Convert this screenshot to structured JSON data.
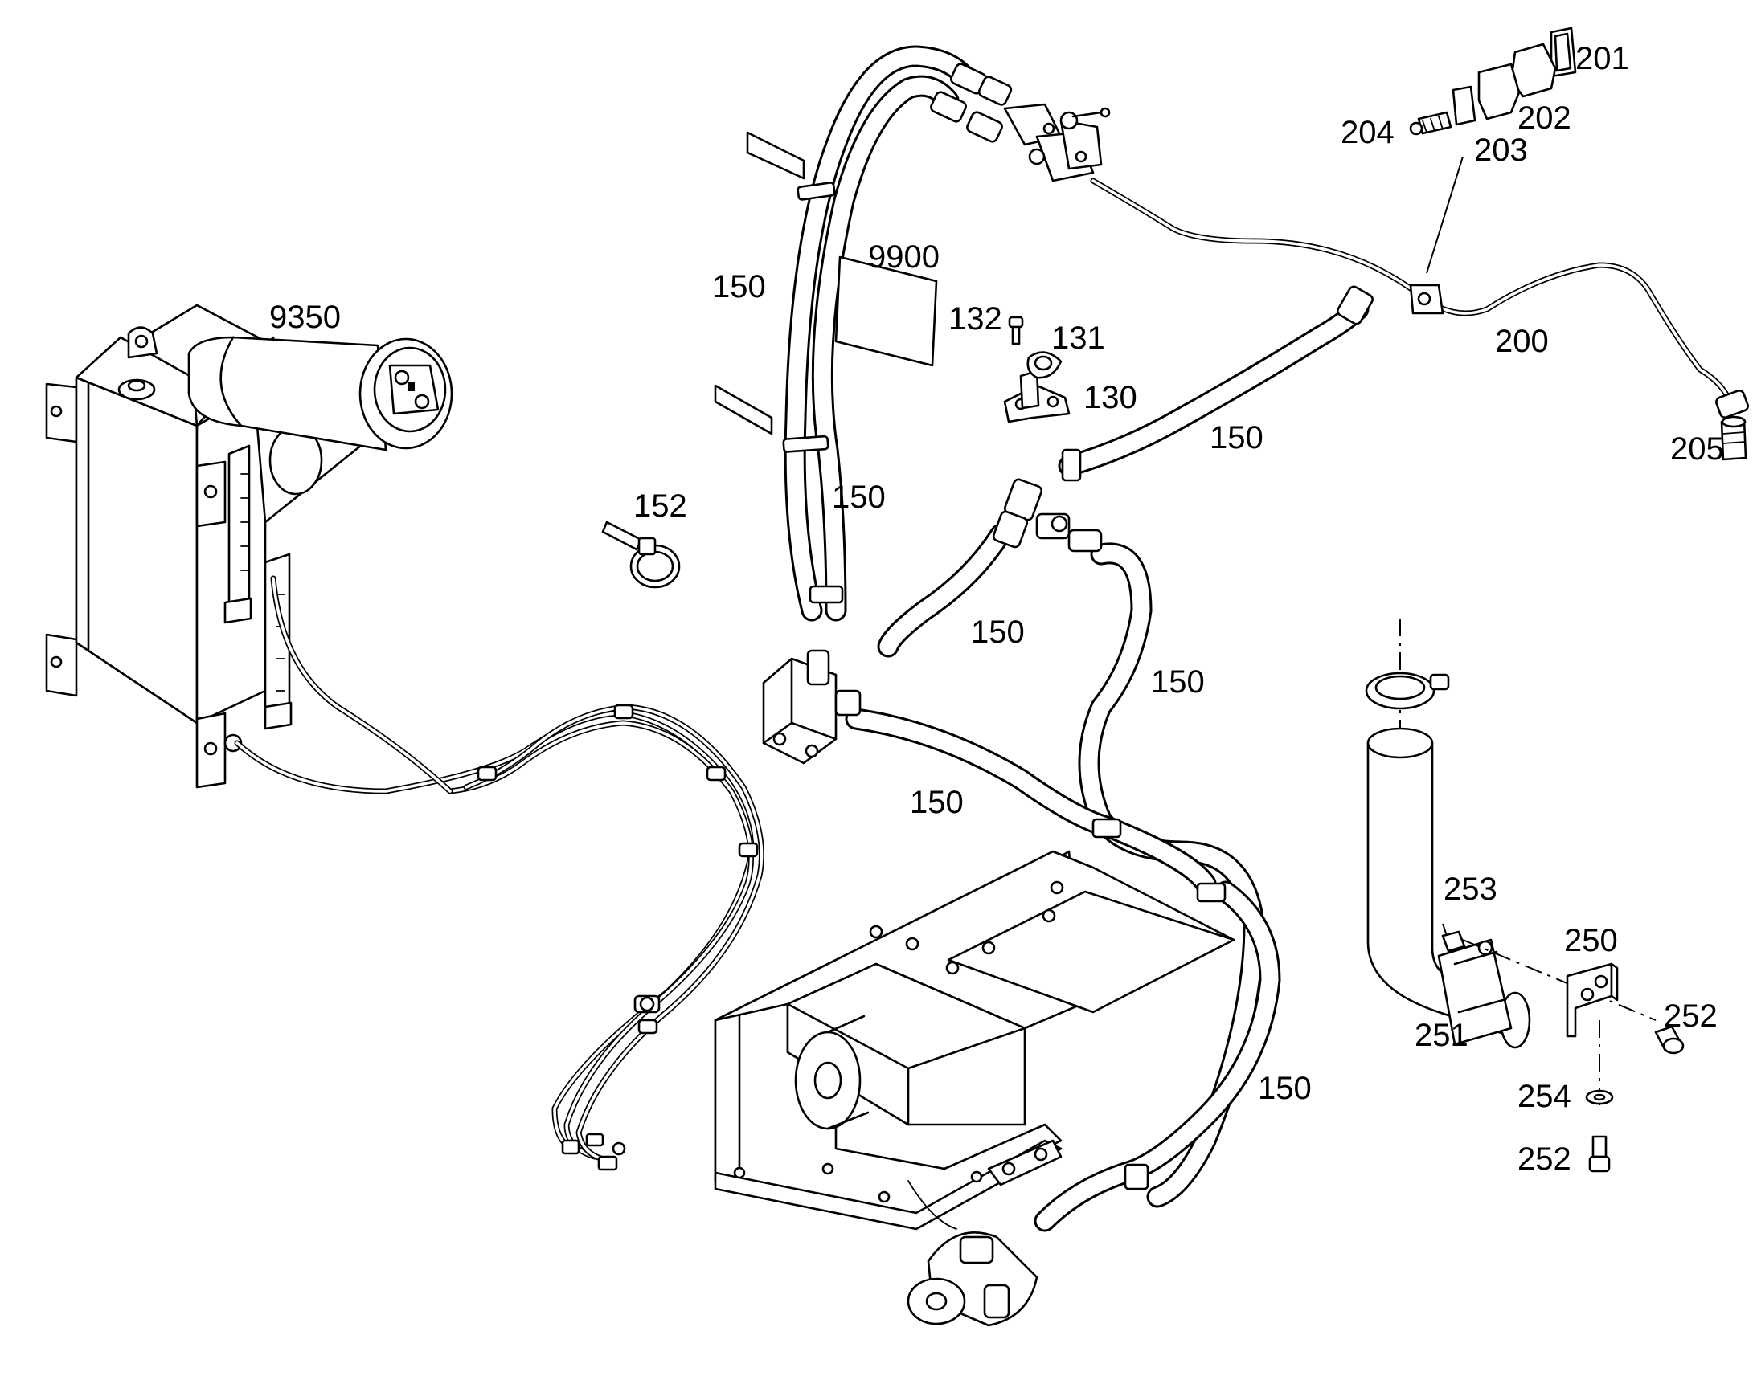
{
  "callouts": {
    "c9350": "9350",
    "c9900": "9900",
    "c152": "152",
    "c150_a": "150",
    "c150_b": "150",
    "c150_c": "150",
    "c150_d": "150",
    "c150_e": "150",
    "c150_f": "150",
    "c150_g": "150",
    "c132": "132",
    "c131": "131",
    "c130": "130",
    "c201": "201",
    "c202": "202",
    "c203": "203",
    "c204": "204",
    "c200": "200",
    "c205": "205",
    "c253": "253",
    "c250": "250",
    "c251": "251",
    "c252_a": "252",
    "c254": "254",
    "c252_b": "252"
  },
  "colors": {
    "line": "#000000",
    "background": "#ffffff"
  }
}
